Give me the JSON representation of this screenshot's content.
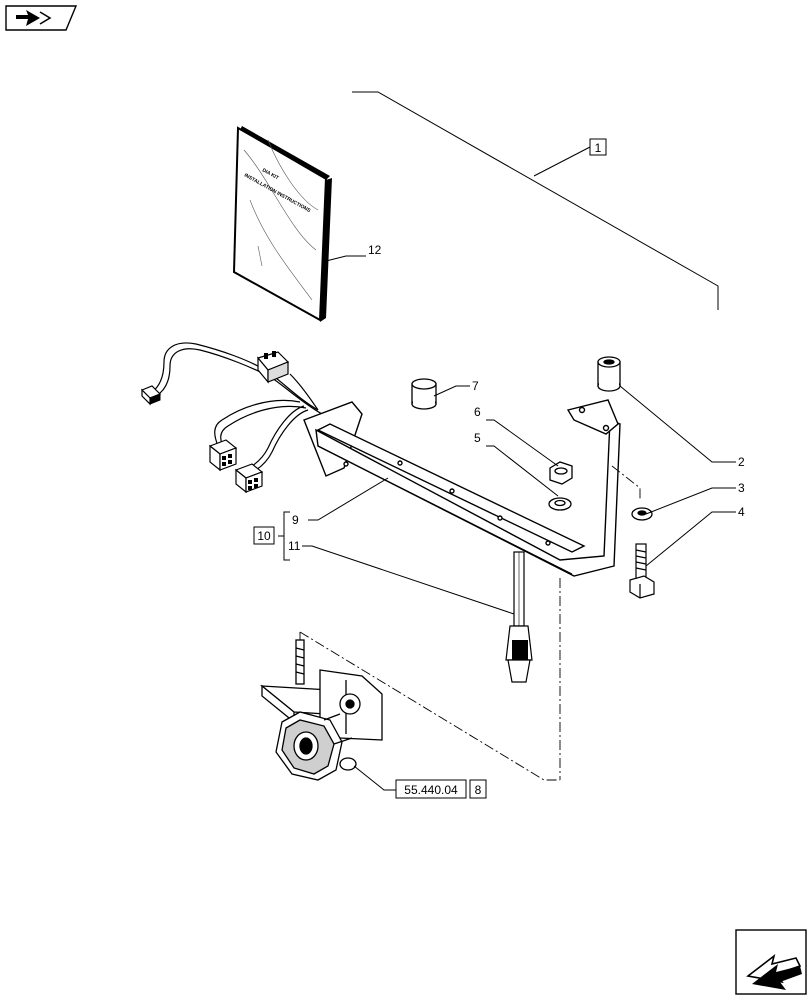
{
  "nav": {
    "back_icon": "arrow-left-icon",
    "next_icon": "arrow-right-icon"
  },
  "manual": {
    "title_line1": "DIA KIT",
    "title_line2": "INSTALLATION INSTRUCTIONS"
  },
  "callouts": {
    "c1": "1",
    "c2": "2",
    "c3": "3",
    "c4": "4",
    "c5": "5",
    "c6": "6",
    "c7": "7",
    "c9": "9",
    "c10": "10",
    "c11": "11",
    "c12": "12"
  },
  "reference": {
    "code": "55.440.04",
    "item": "8"
  },
  "colors": {
    "line": "#000000",
    "fill": "#ffffff",
    "shade": "#cfcfcf"
  }
}
